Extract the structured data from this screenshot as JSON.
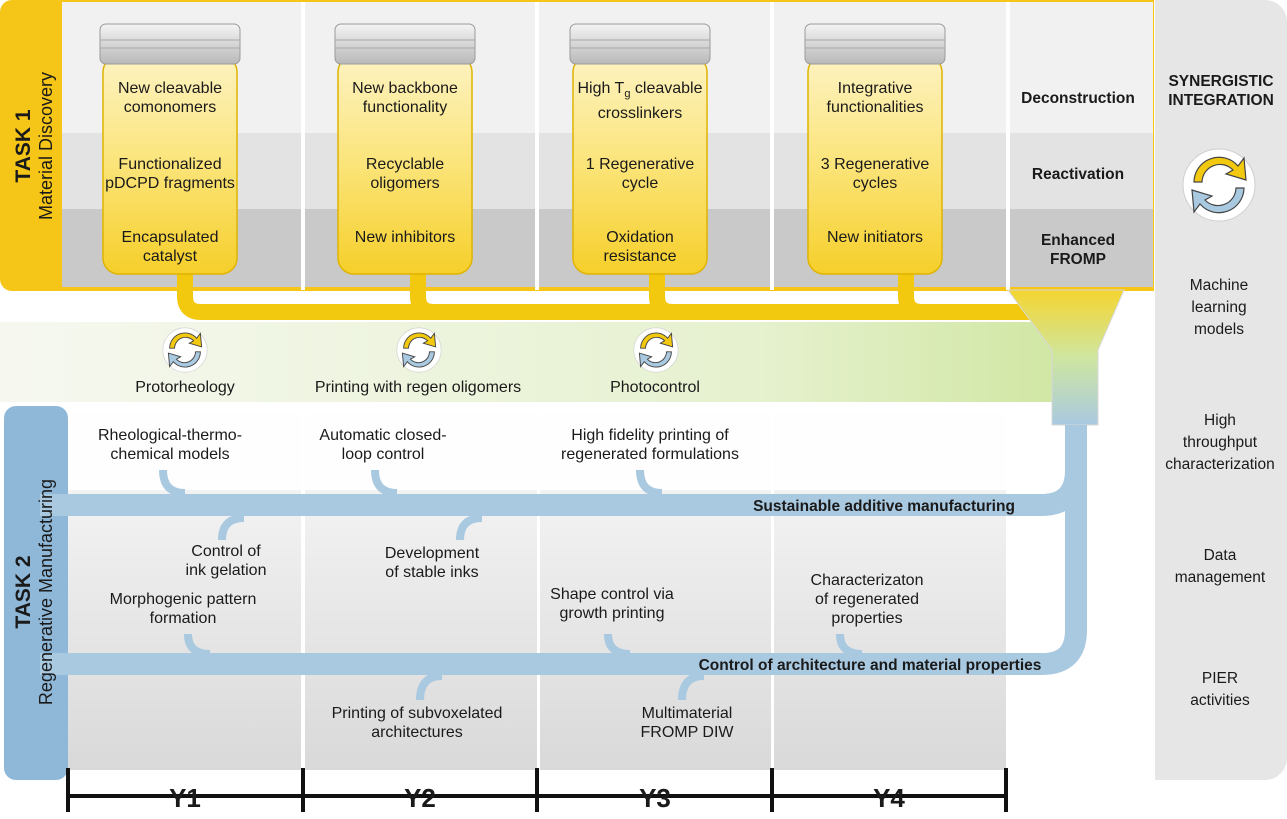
{
  "task1": {
    "label": "TASK 1",
    "subtitle": "Material Discovery",
    "jars": [
      {
        "top": "New cleavable\ncomonomers",
        "mid": "Functionalized\npDCPD fragments",
        "bottom": "Encapsulated\ncatalyst"
      },
      {
        "top": "New backbone\nfunctionality",
        "mid": "Recyclable\noligomers",
        "bottom": "New inhibitors"
      },
      {
        "top_pre": "High T",
        "top_sub": "g",
        "top_post": " cleavable\ncrosslinkers",
        "mid": "1 Regenerative\ncycle",
        "bottom": "Oxidation\nresistance"
      },
      {
        "top": "Integrative\nfunctionalities",
        "mid": "3 Regenerative\ncycles",
        "bottom": "New initiators"
      }
    ],
    "rows": [
      "Deconstruction",
      "Reactivation",
      "Enhanced\nFROMP"
    ]
  },
  "bridge": {
    "items": [
      "Protorheology",
      "Printing with regen oligomers",
      "Photocontrol"
    ]
  },
  "task2": {
    "label": "TASK 2",
    "subtitle": "Regenerative Manufacturing",
    "upper_items": [
      "Rheological-thermo-\nchemical models",
      "Automatic closed-\nloop control",
      "High fidelity printing of\nregenerated formulations"
    ],
    "pipe1_label": "Sustainable additive manufacturing",
    "mid_items": [
      "Control of\nink gelation",
      "Development\nof stable inks"
    ],
    "lower_items": [
      "Morphogenic pattern\nformation",
      "Shape control via\ngrowth printing",
      "Characterizaton\nof regenerated\nproperties"
    ],
    "pipe2_label": "Control of architecture and material properties",
    "bottom_items": [
      "Printing of subvoxelated\narchitectures",
      "Multimaterial\nFROMP DIW"
    ]
  },
  "synergy": {
    "title": "SYNERGISTIC\nINTEGRATION",
    "items": [
      "Machine\nlearning\nmodels",
      "High\nthroughput\ncharacterization",
      "Data\nmanagement",
      "PIER\nactivities"
    ]
  },
  "years": [
    "Y1",
    "Y2",
    "Y3",
    "Y4"
  ],
  "colors": {
    "task1_yellow": "#f5c518",
    "task2_blue": "#8fb8d8",
    "pipe_yellow": "#f2c90f",
    "pipe_blue": "#a9c9e0",
    "jar_fill": "#fbe68a",
    "jar_fill_dark": "#f7d63a"
  }
}
